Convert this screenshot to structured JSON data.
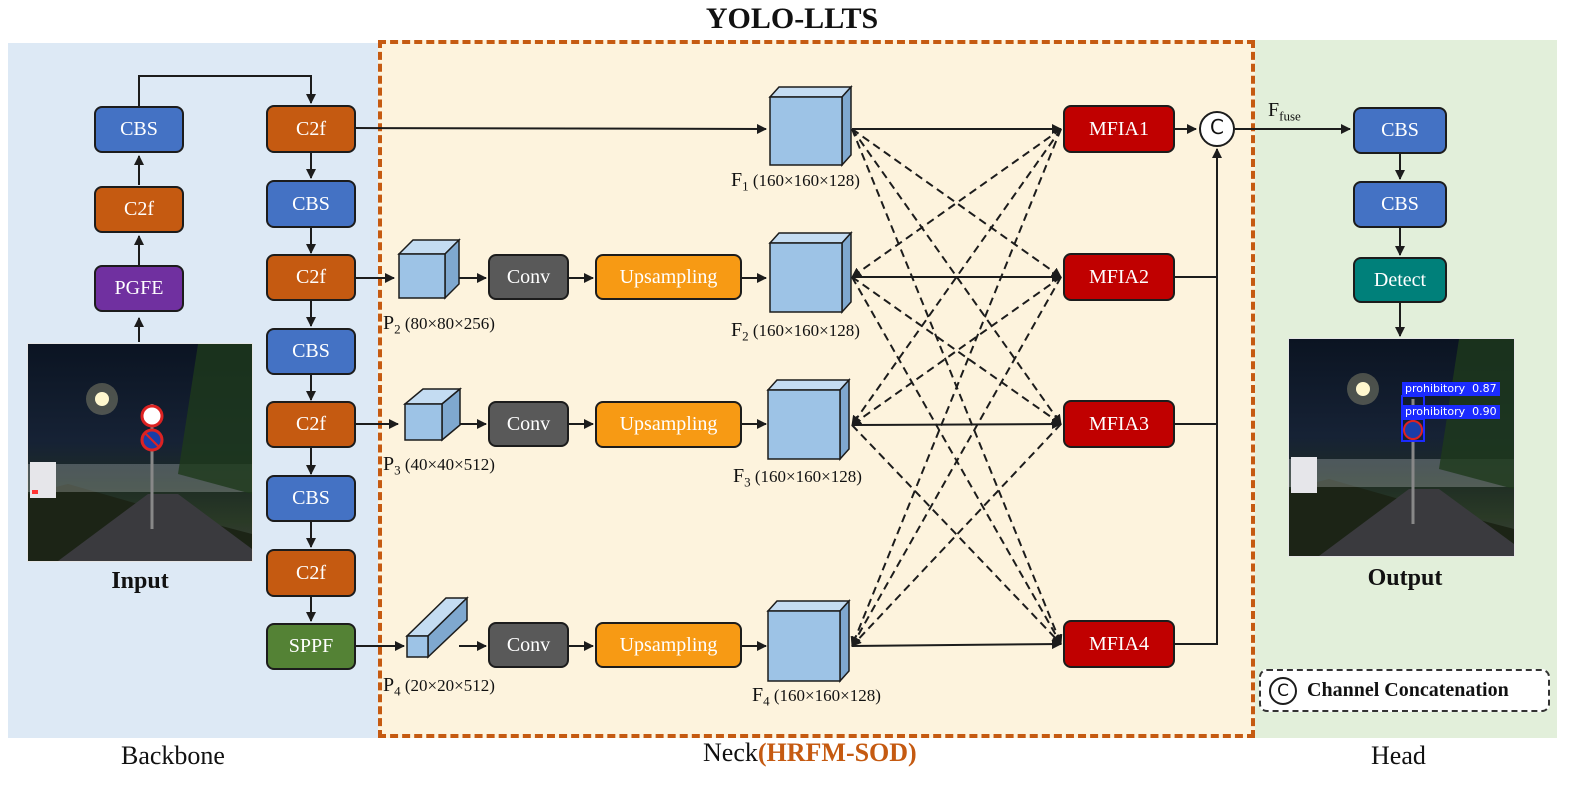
{
  "title": "YOLO-LLTS",
  "sections": {
    "backbone": "Backbone",
    "neck": "Neck",
    "neck_tag": "(HRFM-SOD)",
    "head": "Head"
  },
  "input_label": "Input",
  "output_label": "Output",
  "backbone": {
    "left_col": [
      "CBS",
      "C2f",
      "PGFE"
    ],
    "right_col": [
      "C2f",
      "CBS",
      "C2f",
      "CBS",
      "C2f",
      "CBS",
      "C2f",
      "SPPF"
    ]
  },
  "neck": {
    "conv": [
      "Conv",
      "Conv",
      "Conv"
    ],
    "upsampling": [
      "Upsampling",
      "Upsampling",
      "Upsampling"
    ],
    "p_labels": [
      {
        "name": "P",
        "sub": "2",
        "dims": "(80×80×256)"
      },
      {
        "name": "P",
        "sub": "3",
        "dims": "(40×40×512)"
      },
      {
        "name": "P",
        "sub": "4",
        "dims": "(20×20×512)"
      }
    ],
    "f_labels": [
      {
        "name": "F",
        "sub": "1",
        "dims": "(160×160×128)"
      },
      {
        "name": "F",
        "sub": "2",
        "dims": "(160×160×128)"
      },
      {
        "name": "F",
        "sub": "3",
        "dims": "(160×160×128)"
      },
      {
        "name": "F",
        "sub": "4",
        "dims": "(160×160×128)"
      }
    ],
    "mfia": [
      "MFIA1",
      "MFIA2",
      "MFIA3",
      "MFIA4"
    ]
  },
  "head": {
    "fuse_label": {
      "name": "F",
      "sub": "fuse"
    },
    "blocks": [
      "CBS",
      "CBS",
      "Detect"
    ],
    "detections": [
      "prohibitory  0.87",
      "prohibitory  0.90"
    ]
  },
  "concat_symbol": "C",
  "legend": {
    "symbol": "C",
    "text": "Channel Concatenation"
  },
  "colors": {
    "backbone_bg": "#dde9f5",
    "neck_bg": "#fdf3dd",
    "head_bg": "#e2efda",
    "neck_border": "#c55a11",
    "cbs": "#4472c4",
    "c2f": "#c55a11",
    "pgfe": "#7030a0",
    "sppf": "#548235",
    "conv": "#595959",
    "upsampling": "#f79a14",
    "mfia": "#c00000",
    "detect": "#00807a",
    "cube": "#9dc3e6"
  }
}
